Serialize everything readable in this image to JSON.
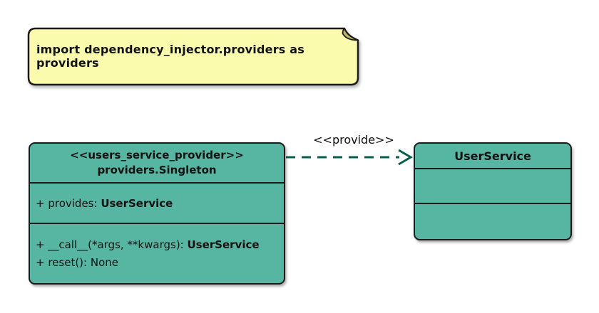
{
  "diagram": {
    "note": {
      "text": "import dependency_injector.providers as providers"
    },
    "provider_class": {
      "stereotype": "<<users_service_provider>>",
      "name": "providers.Singleton",
      "attributes": [
        {
          "text": "+ provides: ",
          "bold": "UserService"
        }
      ],
      "methods": [
        {
          "text": "+ __call__(*args, **kwargs): ",
          "bold": "UserService"
        },
        {
          "text": "+ reset(): None",
          "bold": ""
        }
      ]
    },
    "service_class": {
      "name": "UserService"
    },
    "relation": {
      "label": "<<provide>>"
    },
    "colors": {
      "class_fill": "#57B6A2",
      "class_border": "#1B1B1B",
      "note_fill": "#FBFBAD",
      "note_fold": "#B9B96A",
      "arrow": "#03604C",
      "text": "#111111"
    }
  }
}
